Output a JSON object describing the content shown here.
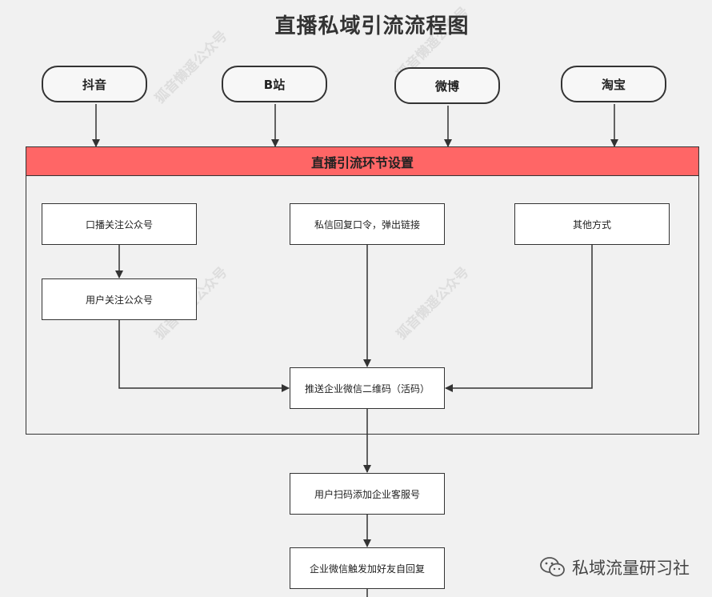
{
  "title": "直播私域引流流程图",
  "sources": [
    "抖音",
    "B站",
    "微博",
    "淘宝"
  ],
  "container": {
    "header": "直播引流环节设置"
  },
  "steps": {
    "koubo": "口播关注公众号",
    "user_follow": "用户关注公众号",
    "private_msg": "私信回复口令，弹出链接",
    "other": "其他方式",
    "push_qr": "推送企业微信二维码（活码）",
    "scan_add": "用户扫码添加企业客服号",
    "auto_reply": "企业微信触发加好友自回复"
  },
  "watermark_text": "狐音懒遥公众号",
  "brand": {
    "name": "私域流量研习社",
    "icon": "wechat-icon"
  }
}
